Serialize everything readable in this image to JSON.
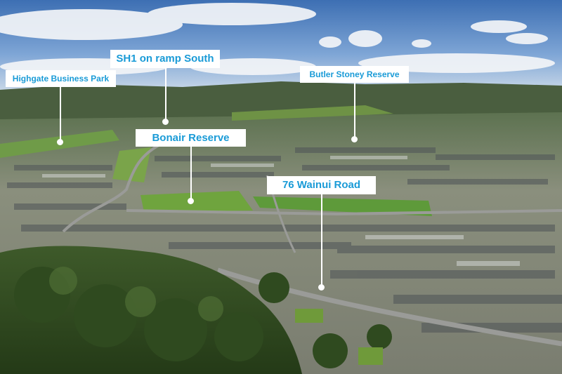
{
  "annotations": {
    "highgate": "Highgate Business Park",
    "sh1": "SH1 on ramp South",
    "butler": "Butler Stoney Reserve",
    "bonair": "Bonair Reserve",
    "wainui": "76 Wainui Road"
  },
  "colors": {
    "label_text": "#1a9bd7",
    "label_background": "#ffffff",
    "pointer": "#ffffff"
  }
}
